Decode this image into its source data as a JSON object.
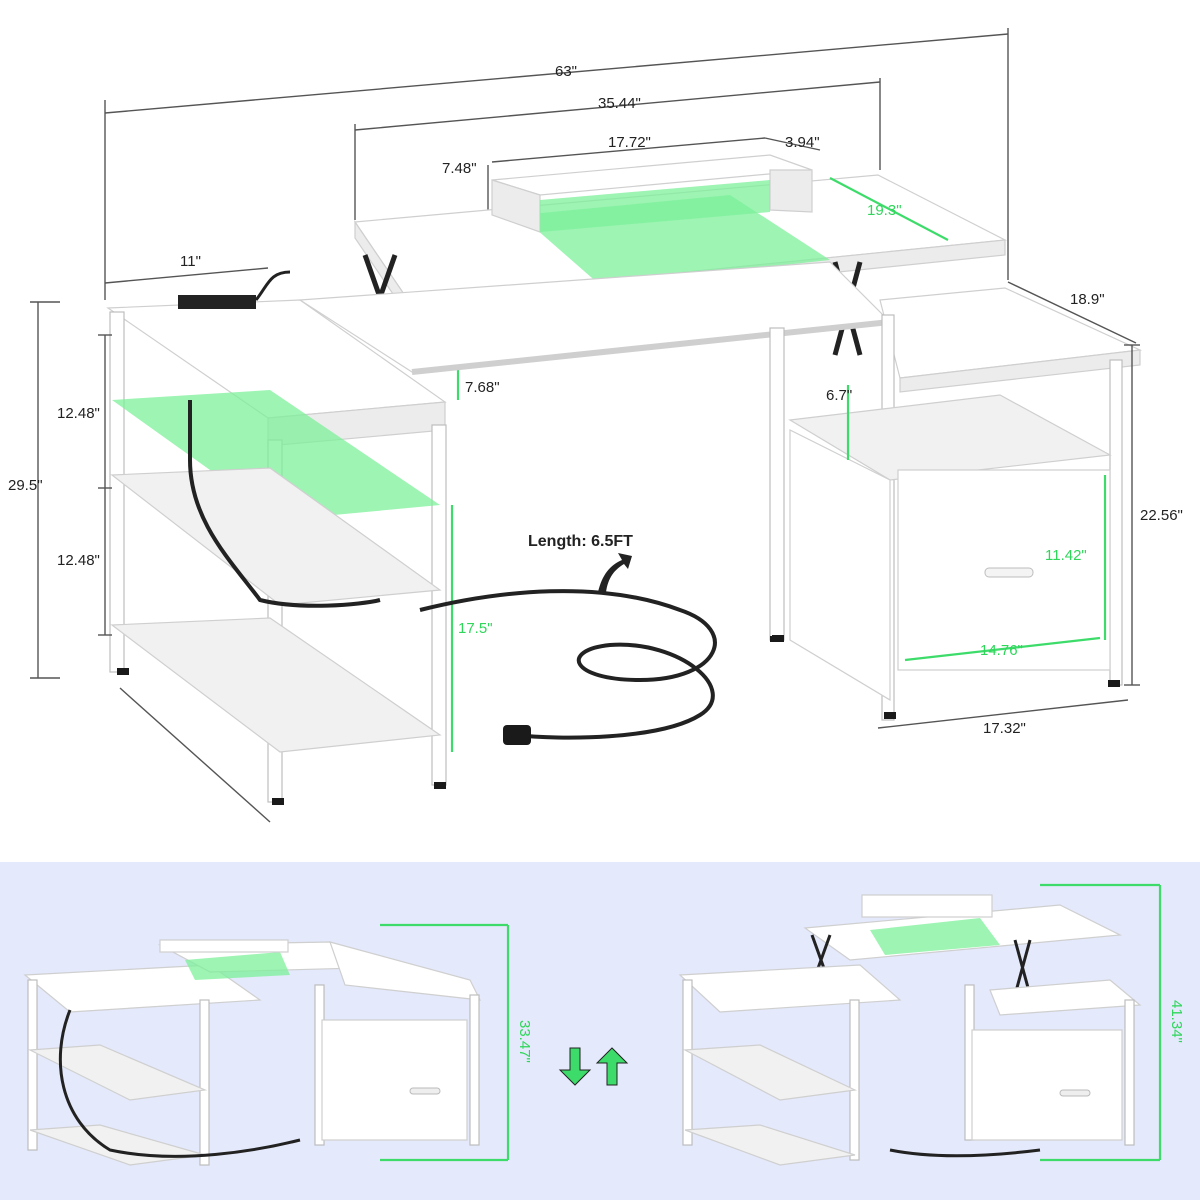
{
  "top_diagram": {
    "total_width": "63\"",
    "main_top_width": "35.44\"",
    "monitor_stand_width": "17.72\"",
    "monitor_stand_gap": "3.94\"",
    "monitor_stand_height": "7.48\"",
    "main_top_depth": "19.3\"",
    "left_top_width": "11\"",
    "right_depth": "18.9\"",
    "lift_height": "7.68\"",
    "shelf_height_1": "12.48\"",
    "shelf_height_2": "12.48\"",
    "total_height": "29.5\"",
    "right_gap": "6.7\"",
    "right_height": "22.56\"",
    "drawer_height": "11.42\"",
    "drawer_width": "14.76\"",
    "right_width": "17.32\"",
    "left_leg_height": "17.5\"",
    "cord_label": "Length: 6.5FT"
  },
  "bottom_panel": {
    "background": "#e4e9fb",
    "left_height": "33.47\"",
    "right_height": "41.34\"",
    "arrow_colors": {
      "down": "#3ddc6a",
      "up": "#3ddc6a"
    }
  },
  "colors": {
    "accent_green": "#3ddc6a",
    "glow": "#7cf09a"
  },
  "icons": {
    "arrow": "up-down-arrows-icon",
    "cord": "power-cord-icon"
  }
}
